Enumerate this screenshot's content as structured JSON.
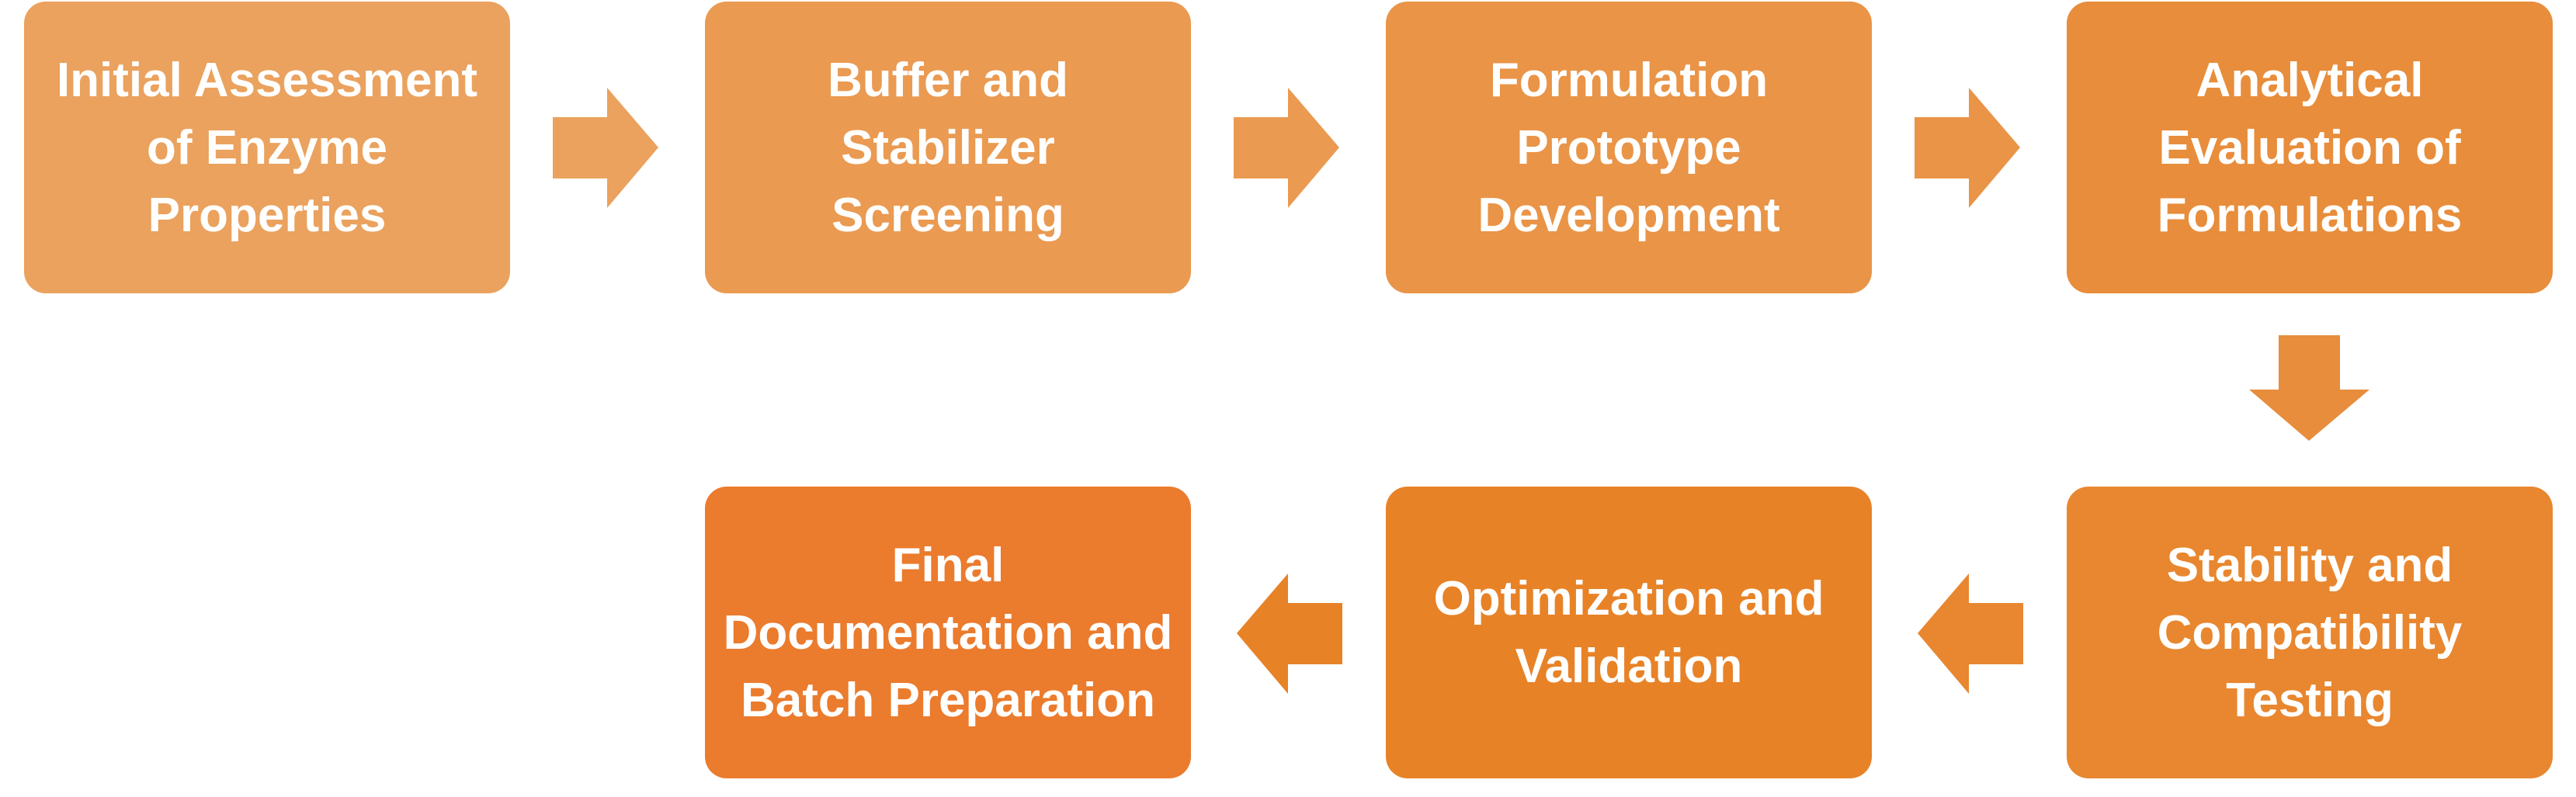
{
  "steps": [
    {
      "label": "Initial Assessment of Enzyme Properties",
      "color": "#EAA25E"
    },
    {
      "label": "Buffer and Stabilizer Screening",
      "color": "#EA9A51"
    },
    {
      "label": "Formulation Prototype Development",
      "color": "#E99447"
    },
    {
      "label": "Analytical Evaluation of Formulations",
      "color": "#E88D3B"
    },
    {
      "label": "Stability and Compatibility Testing",
      "color": "#E8872F"
    },
    {
      "label": "Optimization and Validation",
      "color": "#E88227"
    },
    {
      "label": "Final Documentation and Batch Preparation",
      "color": "#EB7B2D"
    }
  ],
  "arrow_colors": [
    "#EAA25E",
    "#EA9A51",
    "#E99447",
    "#E88D3B",
    "#E8872F",
    "#E88227"
  ]
}
